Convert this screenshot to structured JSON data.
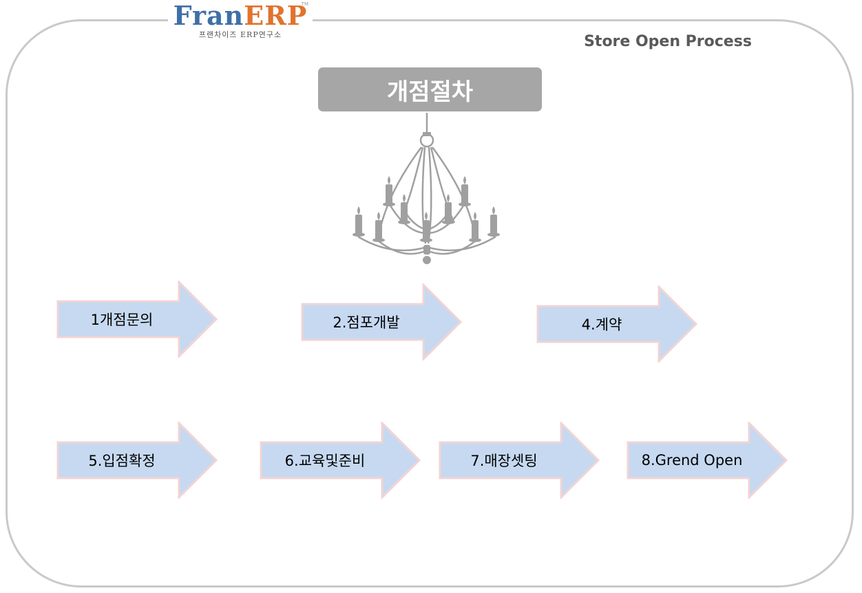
{
  "brand": {
    "logo_part1": "Fran",
    "logo_part2": "ERP",
    "logo_sub": "프랜차이즈 ERP연구소",
    "logo_tm": "TM",
    "colors": {
      "fran": "#3f6fa8",
      "erp": "#e0732e"
    }
  },
  "header": {
    "subtitle": "Store Open Process"
  },
  "title": "개점절차",
  "illustration": "chandelier-icon",
  "steps": [
    {
      "label": "1개점문의"
    },
    {
      "label": "2.점포개발"
    },
    {
      "label": "4.계약"
    },
    {
      "label": "5.입점확정"
    },
    {
      "label": "6.교육및준비"
    },
    {
      "label": "7.매장셋팅"
    },
    {
      "label": "8.Grend Open"
    }
  ],
  "colors": {
    "arrow_fill": "#c6d9f1",
    "arrow_border": "#f2d4d4",
    "title_bg": "#a6a6a6",
    "frame": "#c9c9c9"
  }
}
